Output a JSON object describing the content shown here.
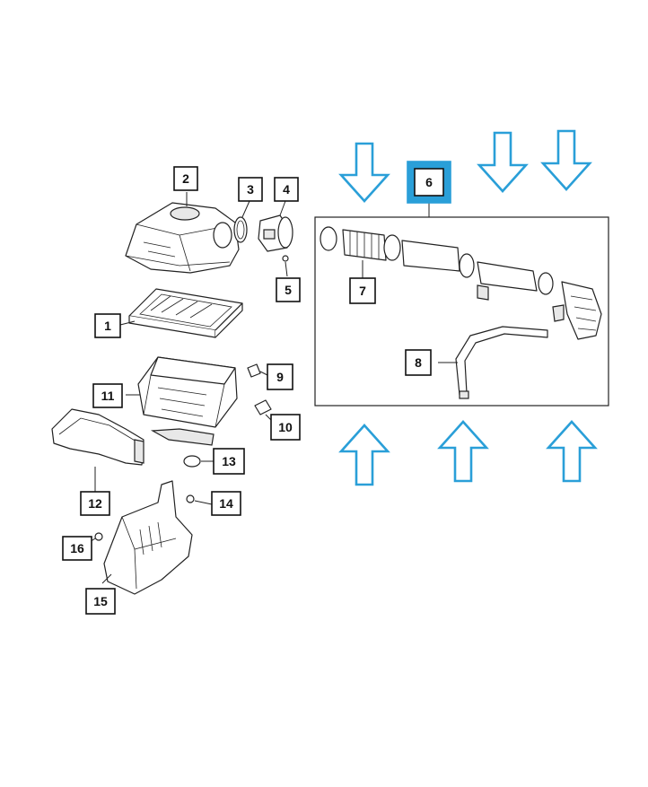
{
  "labels": {
    "p1": "1",
    "p2": "2",
    "p3": "3",
    "p4": "4",
    "p5": "5",
    "p6": "6",
    "p7": "7",
    "p8": "8",
    "p9": "9",
    "p10": "10",
    "p11": "11",
    "p12": "12",
    "p13": "13",
    "p14": "14",
    "p15": "15",
    "p16": "16"
  },
  "colors": {
    "highlight": "#2a9fd8",
    "arrow": "#2a9fd8",
    "line": "#222222"
  },
  "arrows": {
    "top_count": 3,
    "bottom_count": 3,
    "top_direction": "down",
    "bottom_direction": "up"
  }
}
